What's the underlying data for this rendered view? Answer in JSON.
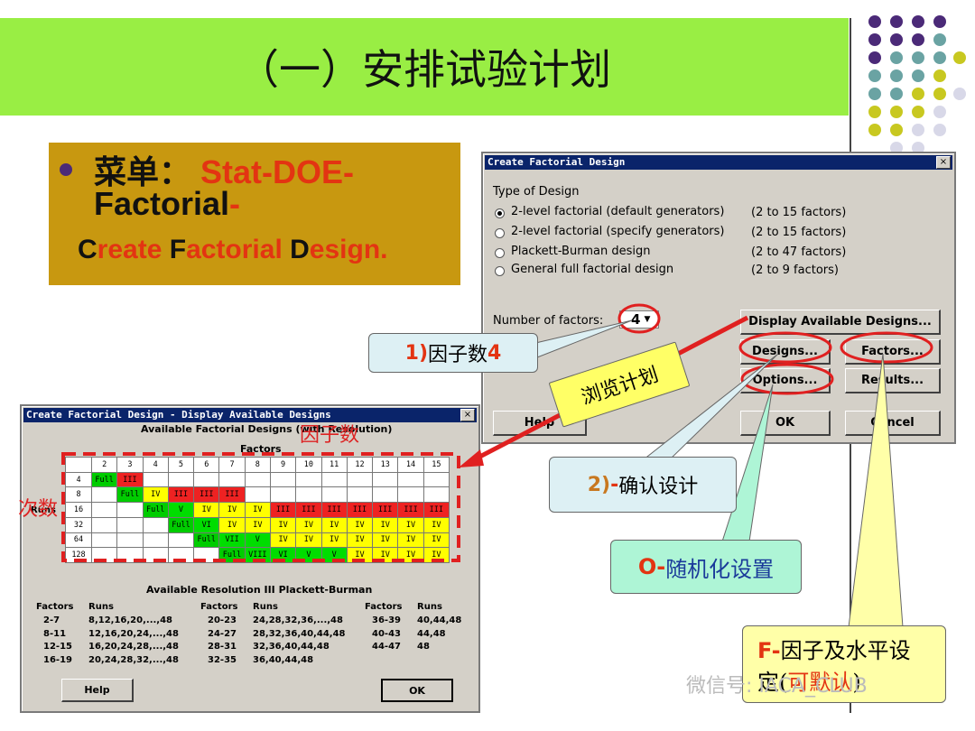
{
  "slide": {
    "title": "（一）安排试验计划",
    "menu_line1_prefix": "菜单：",
    "menu_line1_path": "Stat-DOE-",
    "menu_line2_main": "Factorial",
    "menu_line2_dash": "-",
    "menu_line3": [
      "C",
      "reate  ",
      "F",
      "actorial ",
      "D",
      "esign."
    ],
    "colors": {
      "title_band": "#99ee44",
      "menu_box": "#c89810",
      "accent_red": "#e33412",
      "bullet": "#4b2a78"
    }
  },
  "dialog_main": {
    "title": "Create Factorial Design",
    "close": "×",
    "type_label": "Type of Design",
    "options": [
      {
        "label": "2-level factorial (default generators)",
        "range": "(2 to 15 factors)",
        "selected": true
      },
      {
        "label": "2-level factorial (specify generators)",
        "range": "(2 to 15 factors)",
        "selected": false
      },
      {
        "label": "Plackett-Burman design",
        "range": "(2 to 47 factors)",
        "selected": false
      },
      {
        "label": "General full factorial design",
        "range": "(2 to 9 factors)",
        "selected": false
      }
    ],
    "num_factors_label": "Number of factors:",
    "num_factors_value": "4",
    "buttons": {
      "display": "Display Available Designs...",
      "designs": "Designs...",
      "factors": "Factors...",
      "options": "Options...",
      "results": "Results...",
      "help": "Help",
      "ok": "OK",
      "cancel": "Cancel"
    }
  },
  "dialog_available": {
    "title": "Create Factorial Design - Display Available Designs",
    "close": "×",
    "heading": "Available Factorial Designs (with Resolution)",
    "factors_label": "Factors",
    "runs_label": "Runs",
    "factor_cols": [
      "2",
      "3",
      "4",
      "5",
      "6",
      "7",
      "8",
      "9",
      "10",
      "11",
      "12",
      "13",
      "14",
      "15"
    ],
    "rows": [
      {
        "runs": "4",
        "cells": [
          "Full",
          "III",
          "",
          "",
          "",
          "",
          "",
          "",
          "",
          "",
          "",
          "",
          "",
          ""
        ]
      },
      {
        "runs": "8",
        "cells": [
          "",
          "Full",
          "IV",
          "III",
          "III",
          "III",
          "",
          "",
          "",
          "",
          "",
          "",
          "",
          ""
        ]
      },
      {
        "runs": "16",
        "cells": [
          "",
          "",
          "Full",
          "V",
          "IV",
          "IV",
          "IV",
          "III",
          "III",
          "III",
          "III",
          "III",
          "III",
          "III"
        ]
      },
      {
        "runs": "32",
        "cells": [
          "",
          "",
          "",
          "Full",
          "VI",
          "IV",
          "IV",
          "IV",
          "IV",
          "IV",
          "IV",
          "IV",
          "IV",
          "IV"
        ]
      },
      {
        "runs": "64",
        "cells": [
          "",
          "",
          "",
          "",
          "Full",
          "VII",
          "V",
          "IV",
          "IV",
          "IV",
          "IV",
          "IV",
          "IV",
          "IV"
        ]
      },
      {
        "runs": "128",
        "cells": [
          "",
          "",
          "",
          "",
          "",
          "Full",
          "VIII",
          "VI",
          "V",
          "V",
          "IV",
          "IV",
          "IV",
          "IV"
        ]
      }
    ],
    "pb_heading": "Available Resolution III Plackett-Burman",
    "pb_columns": [
      {
        "factors_header": "Factors",
        "runs_header": "Runs",
        "entries": [
          [
            "2-7",
            "8,12,16,20,...,48"
          ],
          [
            "8-11",
            "12,16,20,24,...,48"
          ],
          [
            "12-15",
            "16,20,24,28,...,48"
          ],
          [
            "16-19",
            "20,24,28,32,...,48"
          ]
        ]
      },
      {
        "factors_header": "Factors",
        "runs_header": "Runs",
        "entries": [
          [
            "20-23",
            "24,28,32,36,...,48"
          ],
          [
            "24-27",
            "28,32,36,40,44,48"
          ],
          [
            "28-31",
            "32,36,40,44,48"
          ],
          [
            "32-35",
            "36,40,44,48"
          ]
        ]
      },
      {
        "factors_header": "Factors",
        "runs_header": "Runs",
        "entries": [
          [
            "36-39",
            "40,44,48"
          ],
          [
            "40-43",
            "44,48"
          ],
          [
            "44-47",
            "48"
          ]
        ]
      }
    ],
    "buttons": {
      "help": "Help",
      "ok": "OK"
    }
  },
  "callouts": {
    "factor_count_num": "1)",
    "factor_count_text": "因子数 ",
    "factor_count_value": "4",
    "browse_plan": "浏览计划",
    "confirm_num": "2)",
    "confirm_dash": "-",
    "confirm_text": "确认设计",
    "options_letter": "O",
    "options_dash": "-",
    "options_text": "随机化设置",
    "factors_letter": "F",
    "factors_dash": "-",
    "factors_text1": "因子及水平设",
    "factors_text2": "定(",
    "factors_text_red": "可默认",
    "factors_text_end": ")"
  },
  "annotations": {
    "factor_count_hand": "因子数",
    "runs_hand": "次数"
  },
  "watermark": "微信号: IACA_CLUB"
}
